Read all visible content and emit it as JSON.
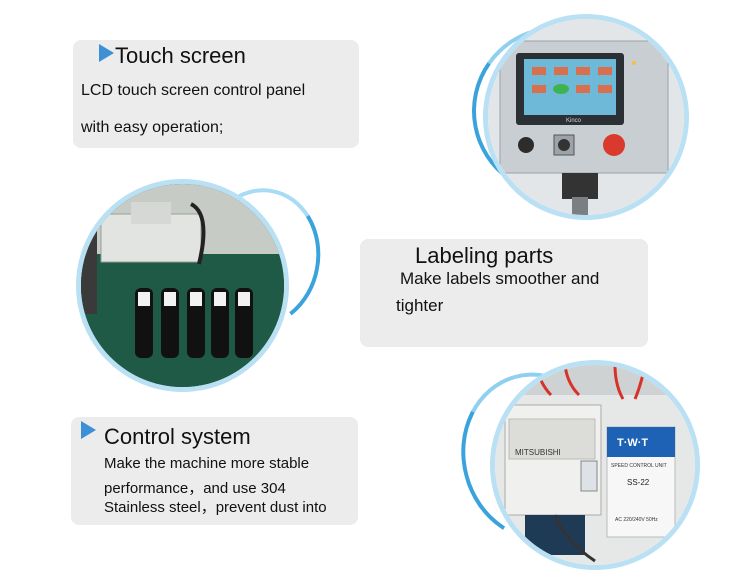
{
  "touch": {
    "title": "Touch screen",
    "line1": "LCD touch screen control panel",
    "line2": "with easy operation;"
  },
  "labeling": {
    "title": "Labeling parts",
    "line1": "Make labels smoother and",
    "line2": "tighter"
  },
  "control": {
    "title": "Control system",
    "line1": "Make the machine more stable",
    "line2": "performance，and use 304",
    "line3": "Stainless steel，prevent dust  into"
  },
  "photos": {
    "panel_brand": "Kinco",
    "plc_brand": "MITSUBISHI",
    "unit_logo": "T·W·T",
    "unit_name": "SPEED CONTROL UNIT",
    "unit_model": "SS-22",
    "unit_rating": "AC 220/240V 50Hz"
  },
  "colors": {
    "accent": "#3d8fd6",
    "ring": "#b9e0f3",
    "card": "#ececec"
  }
}
